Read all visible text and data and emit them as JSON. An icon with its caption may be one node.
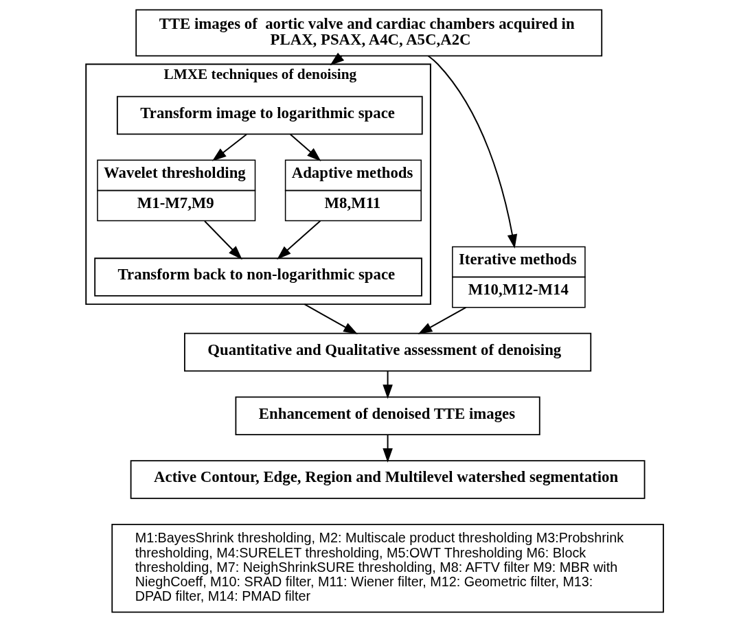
{
  "diagram": {
    "nodes": [
      {
        "text": [
          "TTE images of  aortic valve and cardiac chambers acquired in PLAX, PSAX, A4C, A5C,A2C"
        ]
      },
      {
        "text": [
          "LMXE techniques of denoising"
        ]
      },
      {
        "text": [
          "Transform image to logarithmic space"
        ],
        "in": 1
      },
      {
        "text": [
          "Wavelet thresholding",
          "M1-M7,M9"
        ],
        "in": 1
      },
      {
        "text": [
          "Adaptive methods",
          "M8,M11"
        ],
        "in": 1
      },
      {
        "text": [
          "Transform back to non-logarithmic space"
        ],
        "in": 1
      },
      {
        "text": [
          "Iterative methods",
          "M10,M12-M14"
        ]
      },
      {
        "text": [
          "Quantitative and Qualitative assessment of denoising"
        ]
      },
      {
        "text": [
          "Enhancement of denoised TTE images"
        ]
      },
      {
        "text": [
          "Active Contour, Edge, Region and Multilevel watershed segmentation"
        ]
      },
      {
        "text": [
          "M1:BayesShrink thresholding, M2: Multiscale product thresholding M3:Probshrink thresholding, M4:SURELET thresholding, M5:OWT Thresholding M6: Block thresholding, M7: NeighShrinkSURE thresholding, M8: AFTV filter M9: MBR with NieghCoeff, M10: SRAD filter, M11: Wiener filter, M12: Geometric filter, M13: DPAD filter, M14: PMAD filter"
        ]
      }
    ],
    "edges": [
      {
        "from": 0,
        "to": 1,
        "arrow": "to"
      },
      {
        "from": 0,
        "to": 6,
        "arrow": "to"
      },
      {
        "from": 2,
        "to": 3,
        "arrow": "to"
      },
      {
        "from": 2,
        "to": 4,
        "arrow": "to"
      },
      {
        "from": 3,
        "to": 5,
        "arrow": "to"
      },
      {
        "from": 4,
        "to": 5,
        "arrow": "to"
      },
      {
        "from": 1,
        "to": 7,
        "arrow": "to"
      },
      {
        "from": 6,
        "to": 7,
        "arrow": "to"
      },
      {
        "from": 7,
        "to": 8,
        "arrow": "to"
      },
      {
        "from": 8,
        "to": 9,
        "arrow": "to"
      }
    ]
  }
}
